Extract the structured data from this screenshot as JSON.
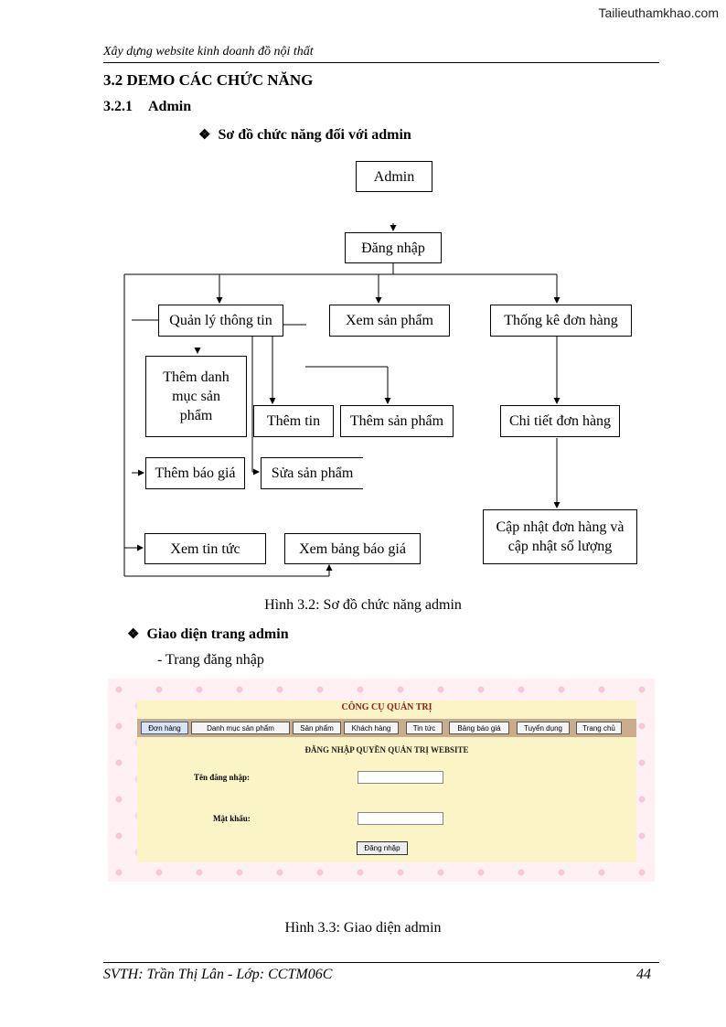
{
  "watermark": "Tailieuthamkhao.com",
  "running_head": "Xây dựng website kinh doanh đồ nội thất",
  "section_heading": "3.2 DEMO CÁC CHỨC NĂNG",
  "subsection": {
    "number": "3.2.1",
    "title": "Admin"
  },
  "bullet_icon": "diamond-bullet-icon",
  "diagram_heading": "Sơ đồ chức năng đối với admin",
  "diagram": {
    "nodes": {
      "admin": "Admin",
      "login": "Đăng nhập",
      "manage_info": "Quản lý thông tin",
      "view_products": "Xem sản phẩm",
      "order_stats": "Thống kê đơn hàng",
      "add_category": "Thêm danh mục sản phẩm",
      "add_news": "Thêm tin",
      "add_product": "Thêm sản phẩm",
      "order_detail": "Chi tiết đơn hàng",
      "add_quote": "Thêm báo giá",
      "edit_product": "Sửa sản phẩm",
      "update_order": "Cập nhật đơn hàng và cập nhật số lượng",
      "view_news": "Xem tin tức",
      "view_quote": "Xem bảng báo giá"
    }
  },
  "caption_diagram": "Hình 3.2: Sơ đồ chức năng admin",
  "ui_heading": "Giao diện trang admin",
  "ui_subitem": "- Trang đăng nhập",
  "admin_ui": {
    "title": "CÔNG CỤ QUẢN TRỊ",
    "menu": [
      "Đơn hàng",
      "Danh mục sản phẩm",
      "Sản phẩm",
      "Khách hàng",
      "Tin tức",
      "Bảng báo giá",
      "Tuyển dụng",
      "Trang chủ"
    ],
    "login_title": "ĐĂNG NHẬP QUYỀN QUẢN TRỊ WEBSITE",
    "username_label": "Tên đăng nhập:",
    "username_value": "",
    "password_label": "Mật khẩu:",
    "password_value": "",
    "login_button": "Đăng nhập"
  },
  "caption_ui": "Hình 3.3: Giao diện admin",
  "footer_left": "SVTH: Trần Thị Lân - Lớp: CCTM06C",
  "footer_page": "44"
}
